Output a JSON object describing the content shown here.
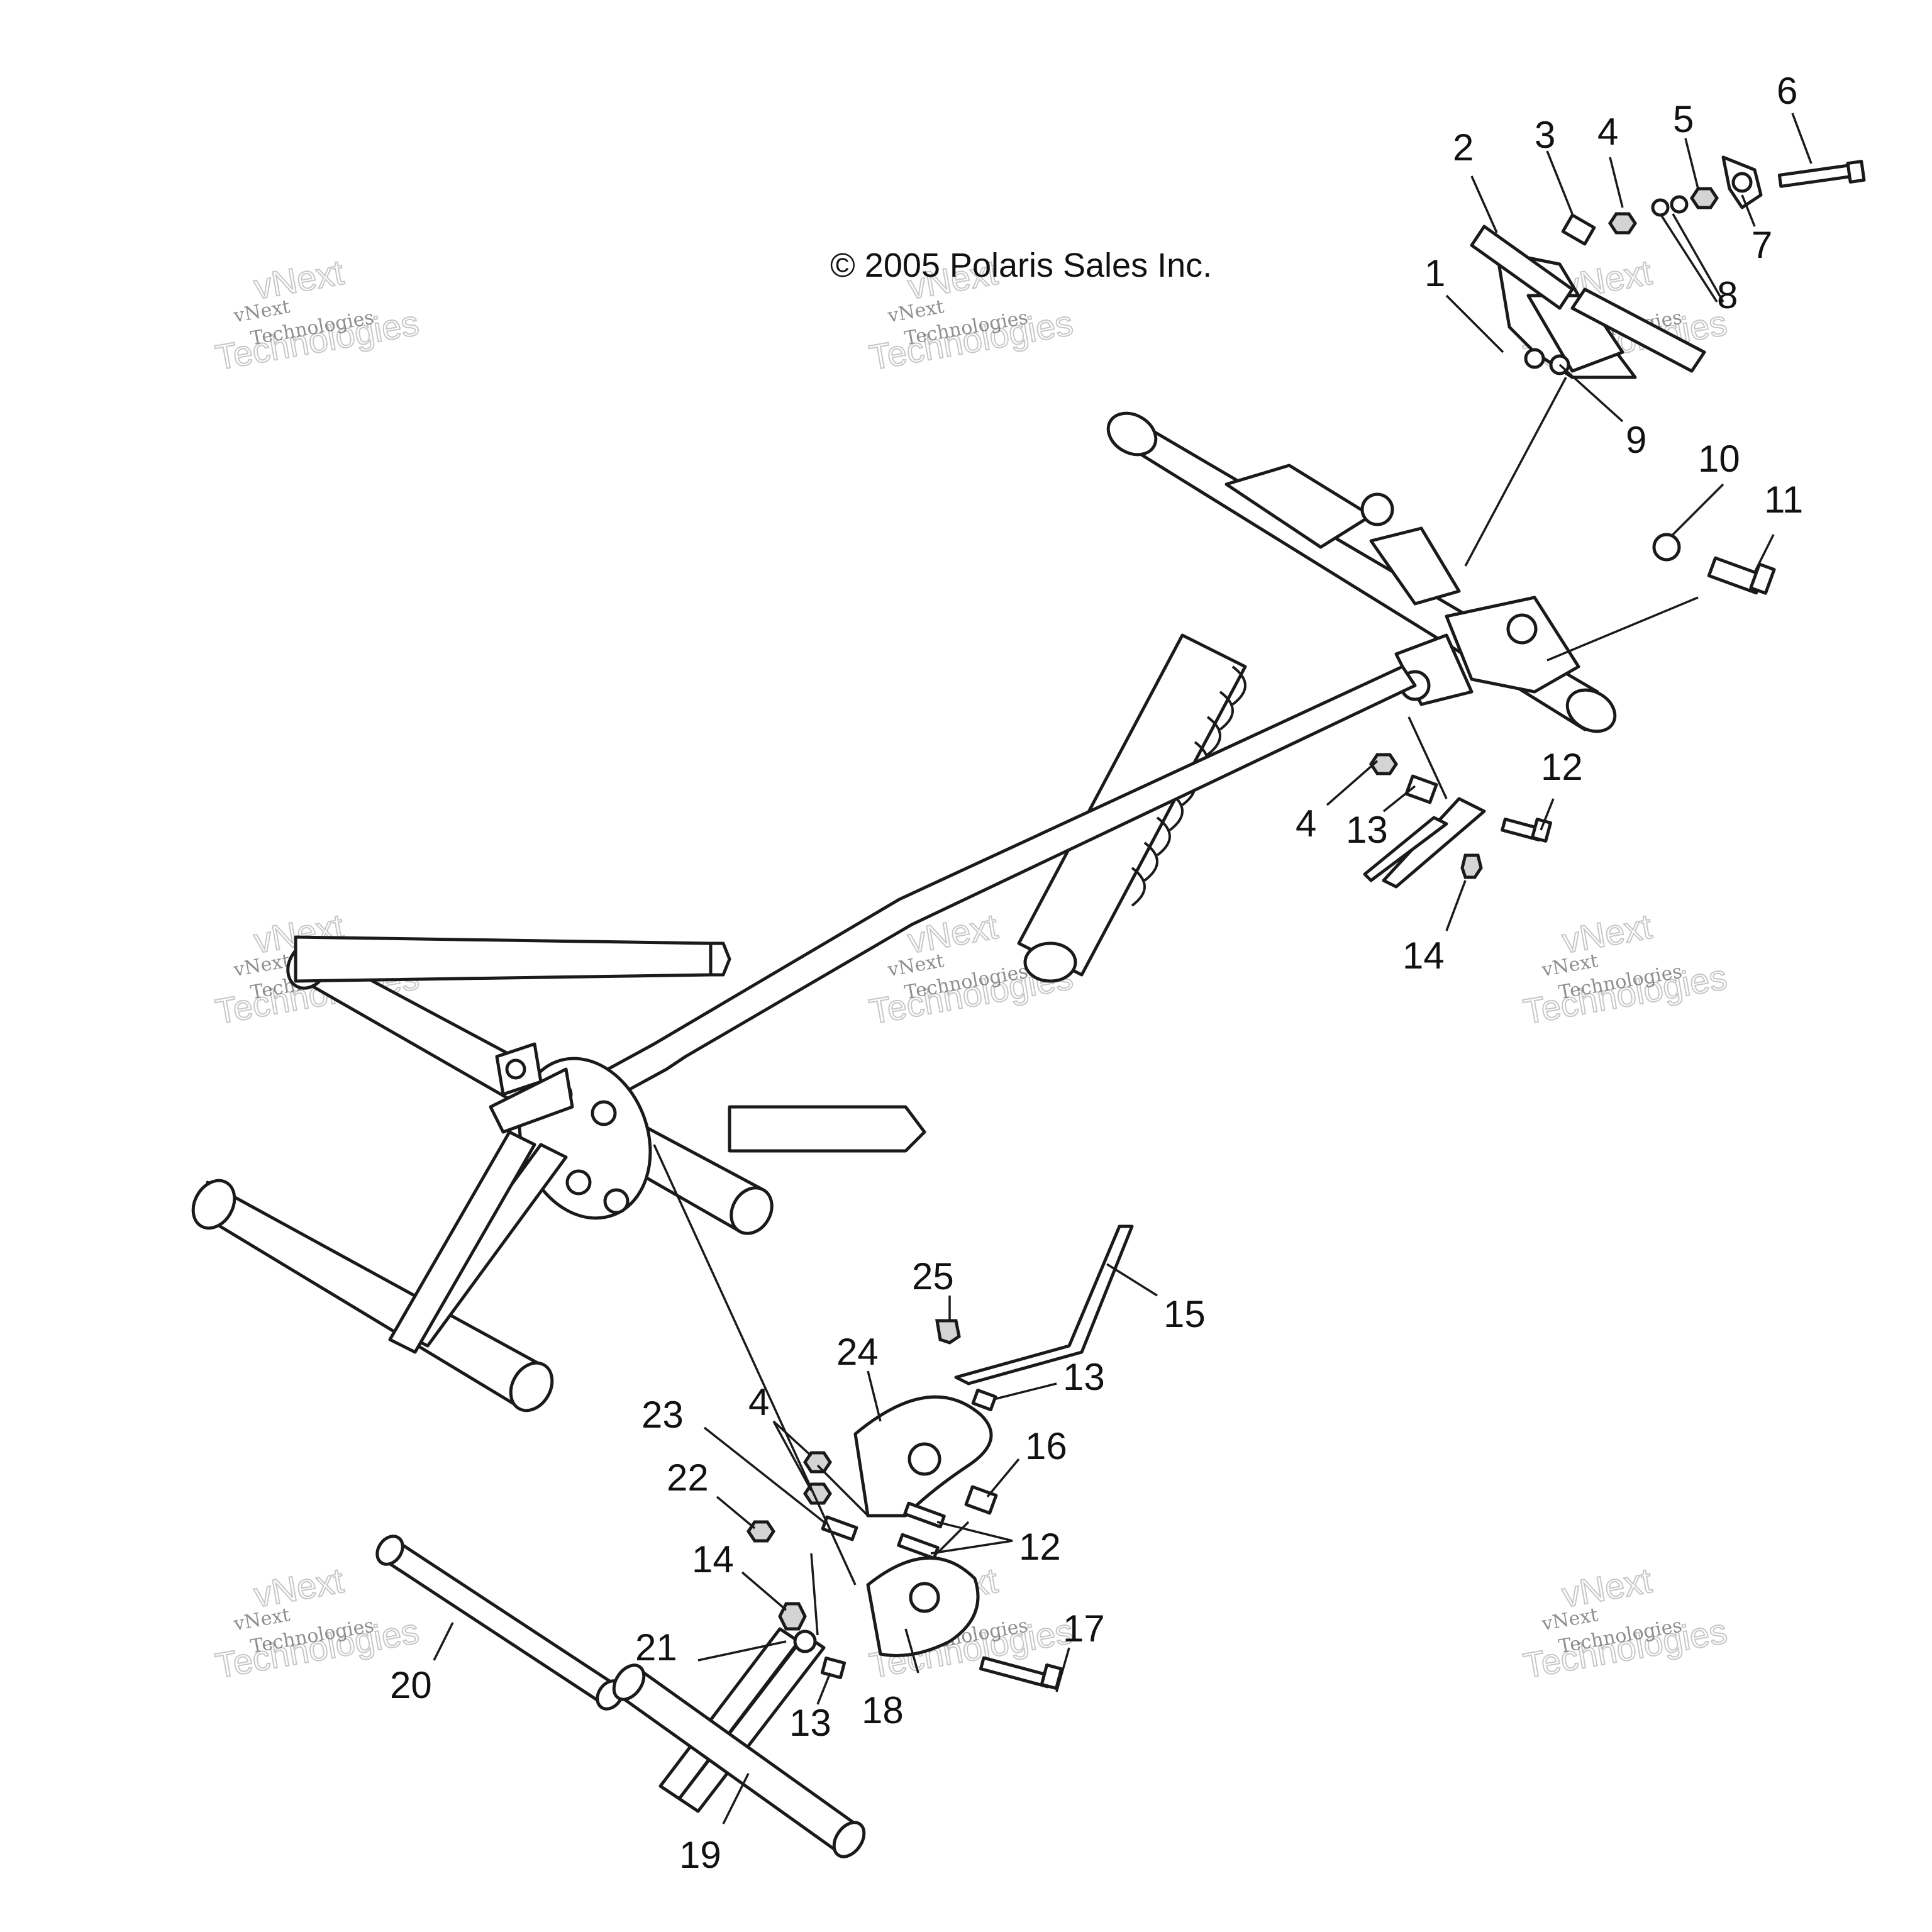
{
  "copyright": "© 2005 Polaris Sales Inc.",
  "watermark": {
    "line1": "vNext",
    "line2": "Technologies"
  },
  "callouts": [
    "1",
    "2",
    "3",
    "4",
    "5",
    "6",
    "7",
    "8",
    "9",
    "10",
    "11",
    "12",
    "13",
    "14",
    "15",
    "16",
    "17",
    "18",
    "19",
    "20",
    "21",
    "22",
    "23",
    "24",
    "25"
  ]
}
